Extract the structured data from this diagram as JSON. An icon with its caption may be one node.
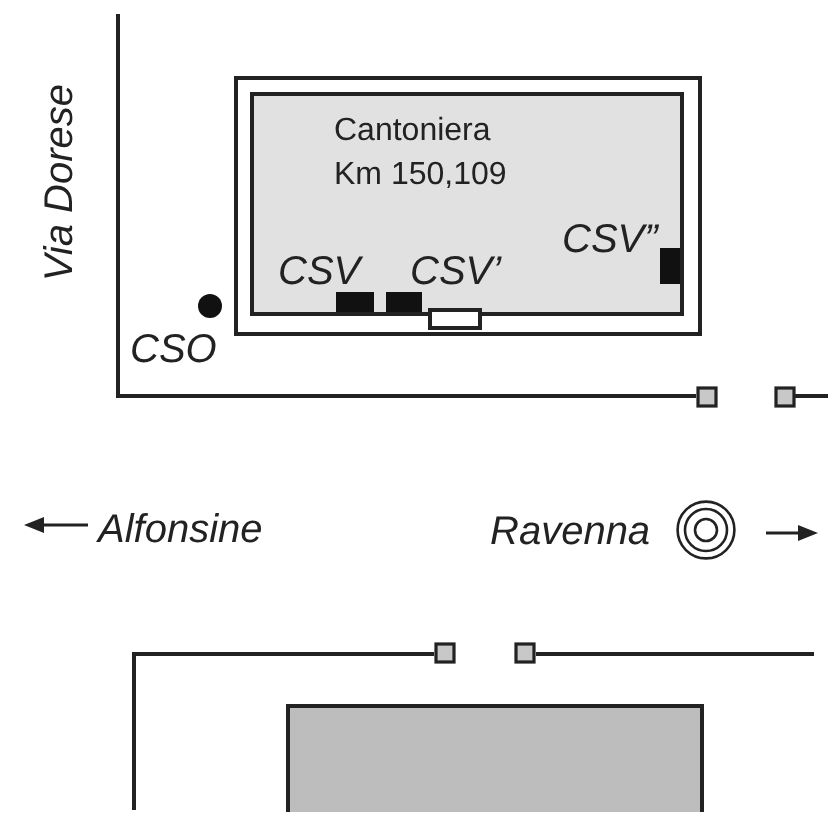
{
  "diagram": {
    "nodes": [
      {
        "text": [
          "Cantoniera Km 150,109"
        ]
      },
      {
        "text": [],
        "shape": "bar",
        "beside": [
          "CSV"
        ],
        "in": 0
      },
      {
        "text": [],
        "shape": "bar",
        "beside": [
          "CSV’"
        ],
        "in": 0
      },
      {
        "text": [],
        "shape": "bar",
        "beside": [
          "CSV”"
        ],
        "in": 0
      },
      {
        "text": [],
        "shape": "circle",
        "beside": [
          "CSO"
        ]
      },
      {
        "text": [],
        "shape": "box"
      }
    ],
    "labels": [
      "Via Dorese",
      "Alfonsine",
      "Ravenna"
    ]
  }
}
